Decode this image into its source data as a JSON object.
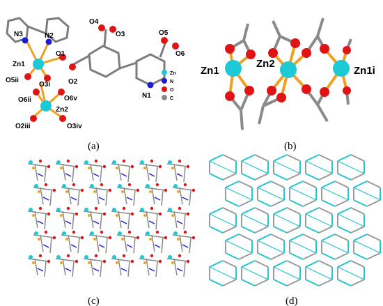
{
  "panels": {
    "a": {
      "caption": "(a)",
      "atom_labels": [
        "N3",
        "N2",
        "Zn1",
        "O1",
        "O5ii",
        "O3i",
        "O2",
        "O6ii",
        "O6v",
        "Zn2",
        "O2iii",
        "O3iv",
        "O4",
        "O3",
        "O5",
        "O6",
        "N1"
      ],
      "legend": [
        {
          "symbol": "Zn",
          "color": "#1ec9d6"
        },
        {
          "symbol": "N",
          "color": "#1b1bd6"
        },
        {
          "symbol": "O",
          "color": "#e01414"
        },
        {
          "symbol": "C",
          "color": "#8a8a8a"
        }
      ]
    },
    "b": {
      "caption": "(b)",
      "atom_labels": [
        "Zn1",
        "Zn2",
        "Zn1i"
      ]
    },
    "c": {
      "caption": "(c)"
    },
    "d": {
      "caption": "(d)"
    }
  },
  "colors": {
    "zn": "#1ec9d6",
    "o": "#e01414",
    "n": "#1b1bd6",
    "c": "#8a8a8a",
    "bond": "#f0a020",
    "net_cyan": "#22c4cf",
    "net_gray": "#9a9a9a"
  }
}
